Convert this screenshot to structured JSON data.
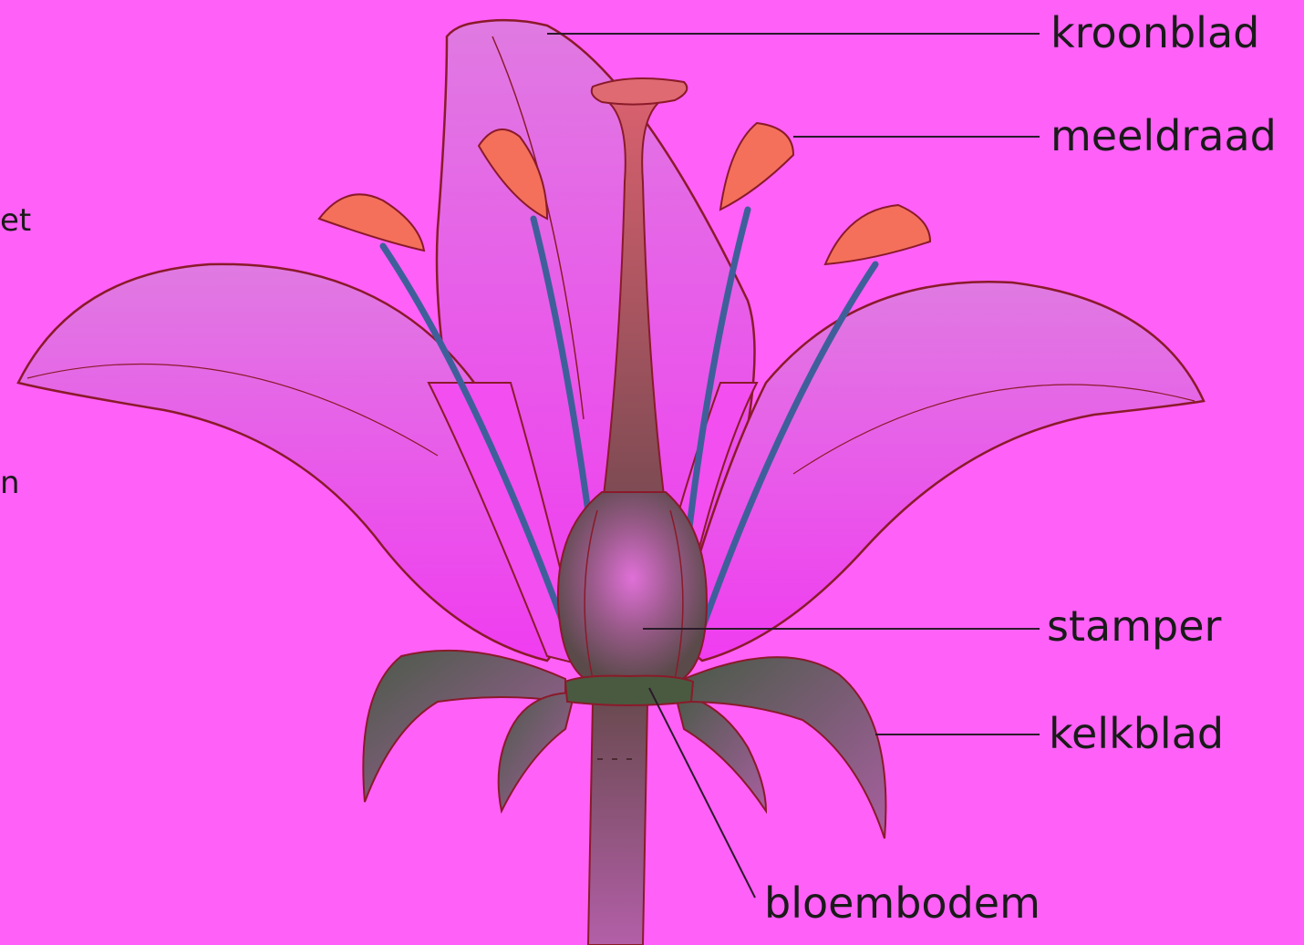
{
  "colors": {
    "background": "#ff60f8",
    "petal_fill": "#f24ef0",
    "petal_outline": "#8a1a2a",
    "stamen_filament": "#3f5f9a",
    "anther": "#f4705a",
    "pistil_dark": "#6a4a55",
    "sepal_dark": "#5a4a4a",
    "leader_line": "#2a1a2a"
  },
  "left_fragments": [
    "et",
    "n"
  ],
  "labels": {
    "kroonblad": "kroonblad",
    "meeldraad": "meeldraad",
    "stamper": "stamper",
    "kelkblad": "kelkblad",
    "bloembodem": "bloembodem"
  }
}
